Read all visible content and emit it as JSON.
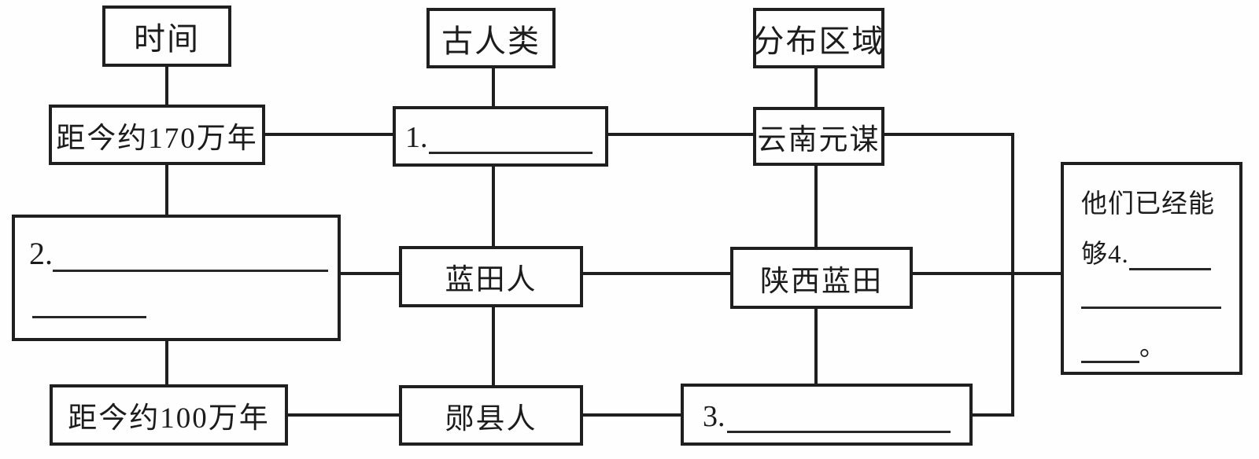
{
  "diagram": {
    "headers": {
      "time": "时间",
      "hominid": "古人类",
      "region": "分布区域"
    },
    "cells": {
      "time_170": "距今约170万年",
      "time_2_prefix": "2.",
      "time_100": "距今约100万年",
      "hominid_1_prefix": "1.",
      "hominid_lantian": "蓝田人",
      "hominid_yunxian": "郧县人",
      "region_yuanmou": "云南元谋",
      "region_lantian": "陕西蓝田",
      "region_3_prefix": "3."
    },
    "note": {
      "line1": "他们已经能",
      "line2_prefix": "够4.",
      "period": "。"
    },
    "colors": {
      "ink": "#1f1f1f",
      "paper": "#fefefe"
    }
  }
}
